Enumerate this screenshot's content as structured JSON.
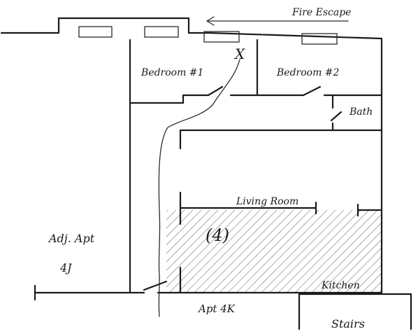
{
  "labels": {
    "fire_escape": "Fire Escape",
    "bedroom_1": "Bedroom #1",
    "bedroom_2": "Bedroom #2",
    "bath": "Bath",
    "living_room": "Living Room",
    "area_marker": "(4)",
    "adjacent_apt": "Adj. Apt",
    "adjacent_apt_unit": "4J",
    "kitchen": "Kitchen",
    "apartment": "Apt 4K",
    "stairs": "Stairs",
    "origin_mark": "X"
  }
}
